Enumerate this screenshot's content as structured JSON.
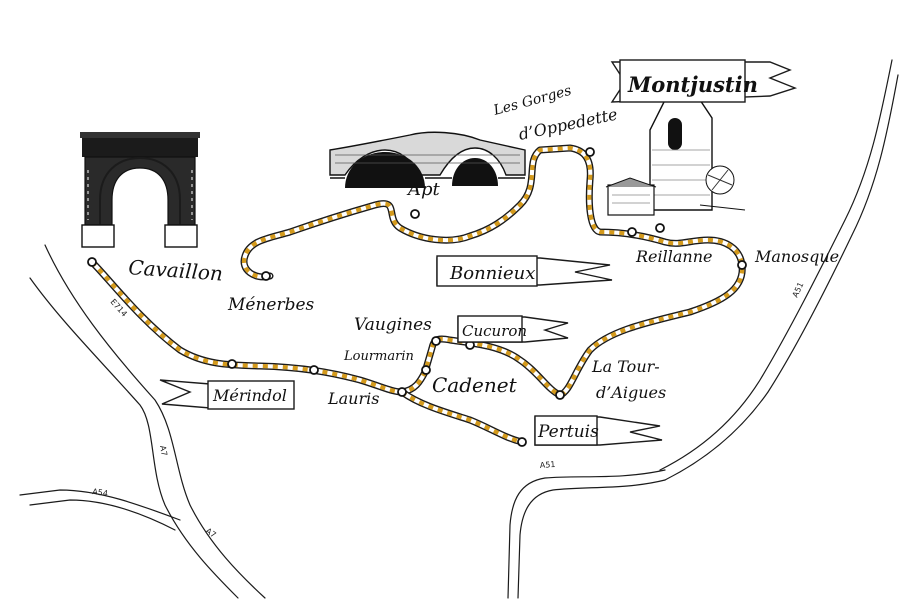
{
  "map": {
    "title": "",
    "colors": {
      "route_accent": "#d49a1c",
      "ink": "#1b1b1b",
      "paper": "#ffffff"
    },
    "towns": [
      {
        "id": "cavaillon",
        "label": "Cavaillon"
      },
      {
        "id": "menerbes",
        "label": "Ménerbes"
      },
      {
        "id": "apt",
        "label": "Apt"
      },
      {
        "id": "bonnieux",
        "label": "Bonnieux"
      },
      {
        "id": "gorges",
        "label": "Les Gorges"
      },
      {
        "id": "oppedette",
        "label": "d’Oppedette"
      },
      {
        "id": "montjustin",
        "label": "Montjustin"
      },
      {
        "id": "reillanne",
        "label": "Reillanne"
      },
      {
        "id": "manosque",
        "label": "Manosque"
      },
      {
        "id": "vaugines",
        "label": "Vaugines"
      },
      {
        "id": "cucuron",
        "label": "Cucuron"
      },
      {
        "id": "lourmarin",
        "label": "Lourmarin"
      },
      {
        "id": "cadenet",
        "label": "Cadenet"
      },
      {
        "id": "la-tour",
        "label": "La Tour-"
      },
      {
        "id": "aigues",
        "label": "d’Aigues"
      },
      {
        "id": "lauris",
        "label": "Lauris"
      },
      {
        "id": "merindol",
        "label": "Mérindol"
      },
      {
        "id": "pertuis",
        "label": "Pertuis"
      }
    ],
    "roads": [
      {
        "id": "e714",
        "label": "E714"
      },
      {
        "id": "a7-upper",
        "label": "A7"
      },
      {
        "id": "a7-lower",
        "label": "A7"
      },
      {
        "id": "a54",
        "label": "A54"
      },
      {
        "id": "a51-right",
        "label": "A51"
      },
      {
        "id": "a51-bottom",
        "label": "A51"
      }
    ],
    "illustrations": [
      {
        "id": "cavaillon-arch",
        "icon": "roman-arch-icon"
      },
      {
        "id": "apt-bridge",
        "icon": "stone-bridge-icon"
      },
      {
        "id": "montjustin-chapel",
        "icon": "chapel-tower-icon"
      }
    ]
  }
}
